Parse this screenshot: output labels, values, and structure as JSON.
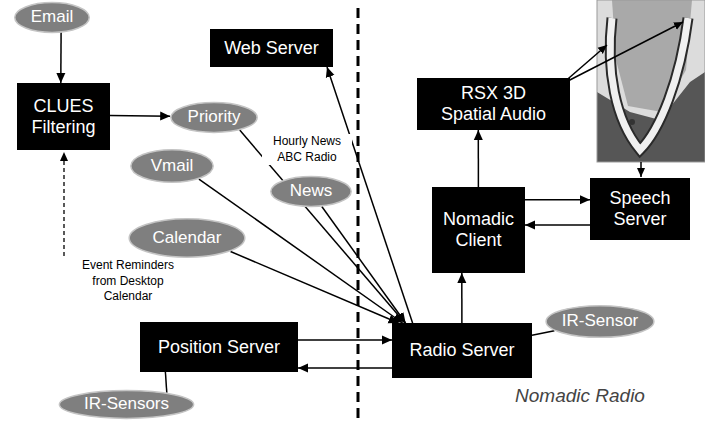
{
  "diagram": {
    "nodes": [
      {
        "text": [
          "Email"
        ]
      },
      {
        "text": [
          "Web Server"
        ]
      },
      {
        "text": [
          "CLUES Filtering"
        ]
      },
      {
        "text": [
          "Priority"
        ]
      },
      {
        "text": [
          "RSX 3D Spatial Audio"
        ]
      },
      {
        "text": [
          "Vmail"
        ]
      },
      {
        "text": [
          "News"
        ]
      },
      {
        "text": [
          "Nomadic Client"
        ]
      },
      {
        "text": [
          "Speech Server"
        ]
      },
      {
        "text": [
          "Calendar"
        ]
      },
      {
        "text": [
          "Position Server"
        ]
      },
      {
        "text": [
          "Radio Server"
        ]
      },
      {
        "text": [
          "IR-Sensor"
        ]
      },
      {
        "text": [
          "IR-Sensors"
        ]
      }
    ],
    "edges": [
      {
        "from": 0,
        "to": 2,
        "arrow": "to"
      },
      {
        "from": 2,
        "to": 3,
        "arrow": "to"
      },
      {
        "from": 3,
        "to": 11,
        "arrow": "to"
      },
      {
        "from": 5,
        "to": 11,
        "arrow": "to"
      },
      {
        "from": 6,
        "to": 11,
        "arrow": "to"
      },
      {
        "from": 9,
        "to": 11,
        "arrow": "to"
      },
      {
        "from": 11,
        "to": 1,
        "arrow": "to"
      },
      {
        "from": 11,
        "to": 7,
        "arrow": "to"
      },
      {
        "from": 7,
        "to": 4,
        "arrow": "to"
      },
      {
        "from": 7,
        "to": 8,
        "arrow": "to"
      },
      {
        "from": 8,
        "to": 7,
        "arrow": "to"
      },
      {
        "from": 10,
        "to": 11,
        "arrow": "to"
      },
      {
        "from": 11,
        "to": 10,
        "arrow": "to"
      },
      {
        "from": 12,
        "to": 11,
        "arrow": "none"
      },
      {
        "from": 13,
        "to": 10,
        "arrow": "none"
      }
    ],
    "labels": [
      "Hourly News ABC Radio",
      "Event Reminders from Desktop Calendar",
      "Nomadic Radio"
    ]
  }
}
